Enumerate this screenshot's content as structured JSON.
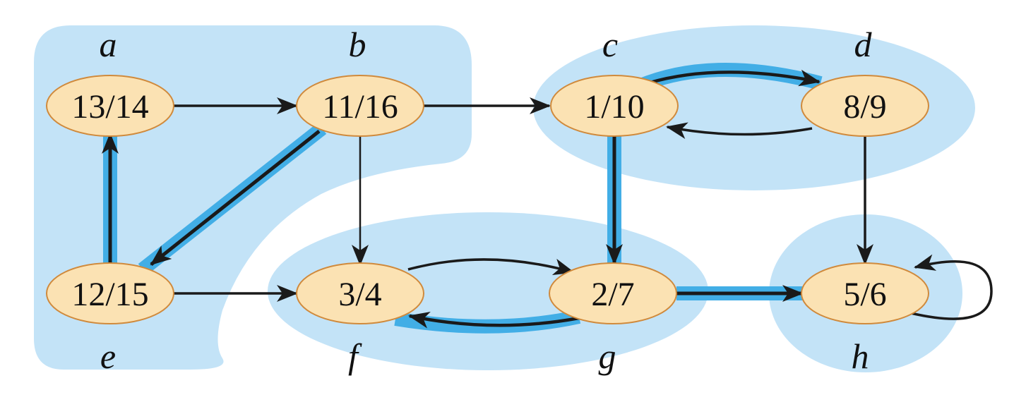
{
  "colors": {
    "region": "#c3e3f7",
    "highlight": "#42aee6",
    "node_fill": "#fbe2b3",
    "node_stroke": "#d08a3c",
    "edge": "#1a1a1a",
    "text": "#111111"
  },
  "vertices": [
    {
      "id": "a",
      "label": "a",
      "times": "13/14"
    },
    {
      "id": "b",
      "label": "b",
      "times": "11/16"
    },
    {
      "id": "c",
      "label": "c",
      "times": "1/10"
    },
    {
      "id": "d",
      "label": "d",
      "times": "8/9"
    },
    {
      "id": "e",
      "label": "e",
      "times": "12/15"
    },
    {
      "id": "f",
      "label": "f",
      "times": "3/4"
    },
    {
      "id": "g",
      "label": "g",
      "times": "2/7"
    },
    {
      "id": "h",
      "label": "h",
      "times": "5/6"
    }
  ],
  "edges": [
    {
      "from": "a",
      "to": "b",
      "tree_edge": false
    },
    {
      "from": "b",
      "to": "c",
      "tree_edge": false
    },
    {
      "from": "b",
      "to": "e",
      "tree_edge": true
    },
    {
      "from": "b",
      "to": "f",
      "tree_edge": false
    },
    {
      "from": "e",
      "to": "a",
      "tree_edge": true
    },
    {
      "from": "e",
      "to": "f",
      "tree_edge": false
    },
    {
      "from": "c",
      "to": "d",
      "tree_edge": true
    },
    {
      "from": "d",
      "to": "c",
      "tree_edge": false
    },
    {
      "from": "c",
      "to": "g",
      "tree_edge": true
    },
    {
      "from": "d",
      "to": "h",
      "tree_edge": false
    },
    {
      "from": "f",
      "to": "g",
      "tree_edge": false
    },
    {
      "from": "g",
      "to": "f",
      "tree_edge": true
    },
    {
      "from": "g",
      "to": "h",
      "tree_edge": true
    },
    {
      "from": "h",
      "to": "h",
      "tree_edge": false
    }
  ],
  "components": [
    [
      "a",
      "b",
      "e"
    ],
    [
      "c",
      "d"
    ],
    [
      "f",
      "g"
    ],
    [
      "h"
    ]
  ]
}
